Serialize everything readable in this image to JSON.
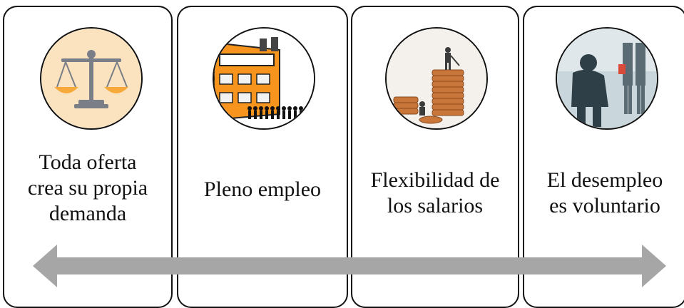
{
  "cards": [
    {
      "label": "Toda oferta\ncrea su propia\ndemanda",
      "icon": "balance-scale-icon"
    },
    {
      "label": "Pleno empleo",
      "icon": "factory-workers-icon"
    },
    {
      "label": "Flexibilidad de\nlos salarios",
      "icon": "coin-stacks-icon"
    },
    {
      "label": "El desempleo\nes voluntario",
      "icon": "unemployed-person-icon"
    }
  ],
  "colors": {
    "border": "#111111",
    "arrow": "#a6a6a6",
    "icon_bg_1": "#fbe3c0",
    "building": "#f7941d",
    "coins": "#c8763a"
  }
}
